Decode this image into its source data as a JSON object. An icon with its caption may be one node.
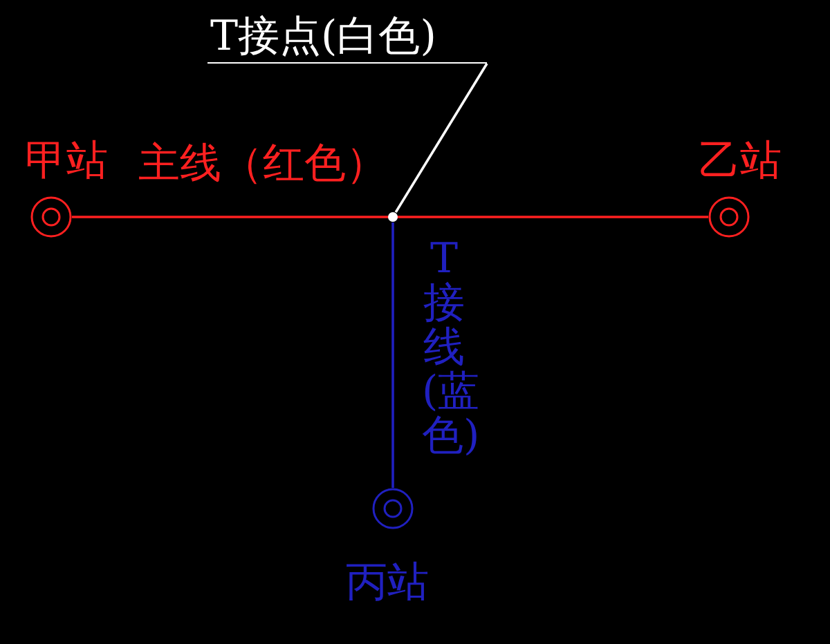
{
  "diagram": {
    "nodes": [
      {
        "text": [
          "甲站"
        ]
      },
      {
        "text": [
          "乙站"
        ]
      },
      {
        "text": [
          "丙站"
        ]
      },
      {
        "text": [],
        "shape": "circle"
      },
      {
        "text": [
          "T接点(白色)"
        ]
      }
    ],
    "edges": [
      {
        "from": 0,
        "to": 1,
        "arrow": "none",
        "label": "主线（红色）",
        "color": "#ff2020"
      },
      {
        "from": 3,
        "to": 2,
        "arrow": "none",
        "label": "T接线(蓝色)",
        "color": "#2020c0"
      },
      {
        "from": 4,
        "to": 3,
        "arrow": "none",
        "color": "#ffffff"
      }
    ]
  }
}
